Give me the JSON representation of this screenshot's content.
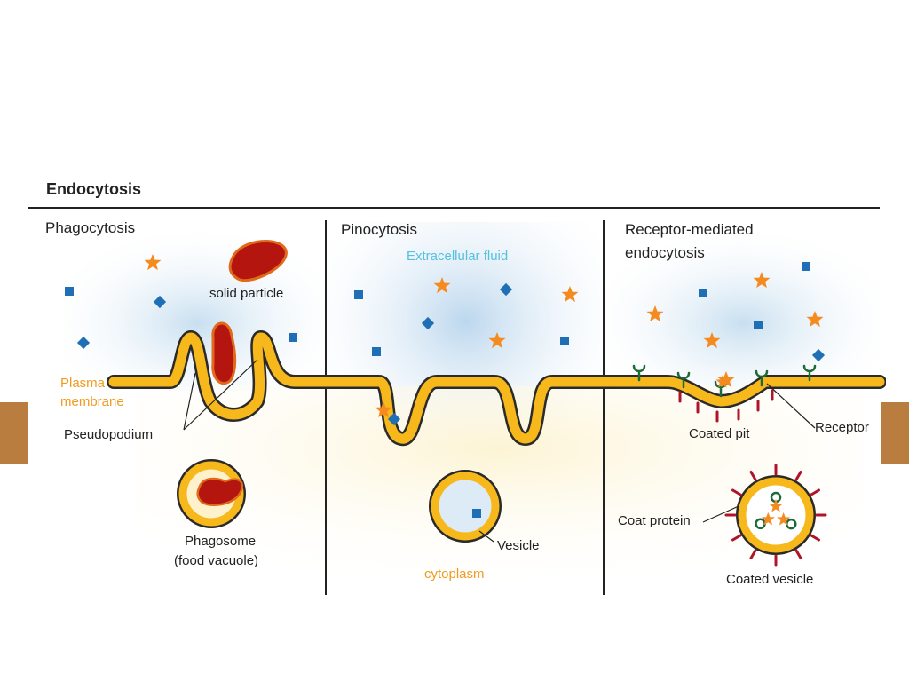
{
  "diagram": {
    "title": "Endocytosis",
    "panels": [
      {
        "title": "Phagocytosis"
      },
      {
        "title": "Pinocytosis"
      },
      {
        "title_line1": "Receptor-mediated",
        "title_line2": "endocytosis"
      }
    ],
    "labels": {
      "solid_particle": "solid particle",
      "plasma": "Plasma",
      "membrane": "membrane",
      "pseudopodium": "Pseudopodium",
      "phagosome": "Phagosome",
      "food_vacuole": "(food vacuole)",
      "extracellular_fluid": "Extracellular fluid",
      "vesicle": "Vesicle",
      "cytoplasm": "cytoplasm",
      "coated_pit": "Coated pit",
      "receptor": "Receptor",
      "coat_protein": "Coat protein",
      "coated_vesicle": "Coated vesicle"
    },
    "colors": {
      "membrane_fill": "#f7b81c",
      "membrane_outline": "#2a2a2a",
      "particle": "#b5150f",
      "particle_outline": "#e06a1a",
      "star": "#f58a1f",
      "square": "#1f6fb6",
      "receptor": "#1c6a3a",
      "coat_protein": "#b0142a",
      "extracellular_text": "#54c0de",
      "label_orange": "#f29a1f",
      "side_tab": "#b87d3f"
    }
  }
}
